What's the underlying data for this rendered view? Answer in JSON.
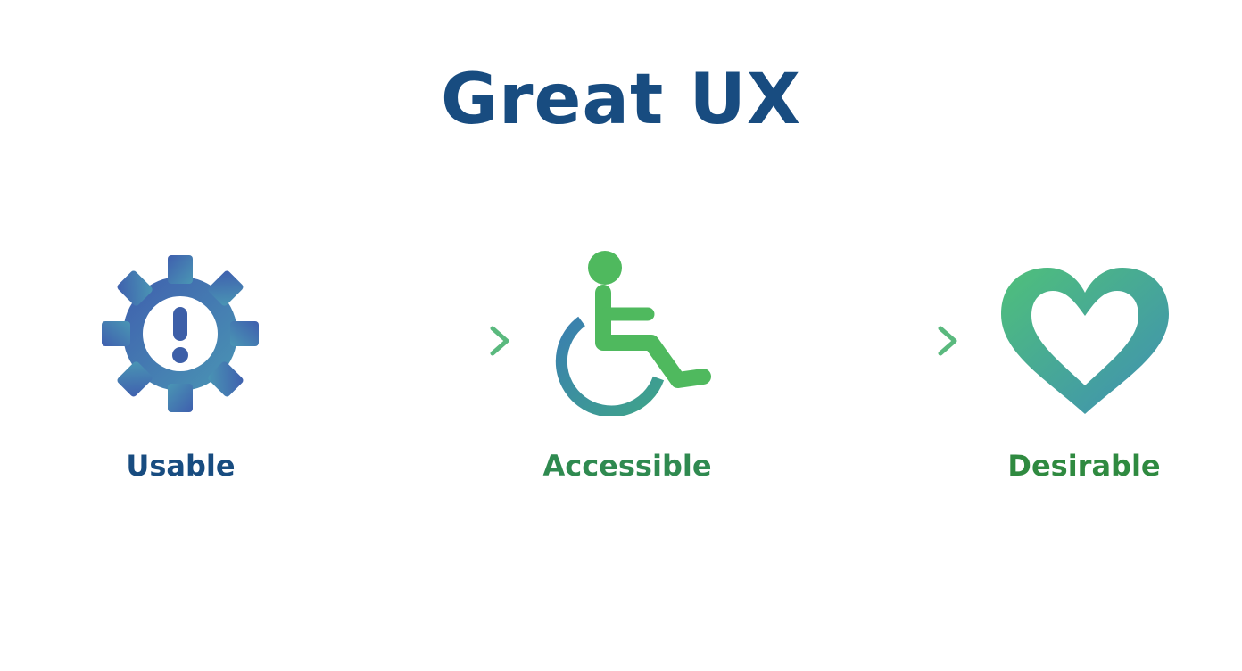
{
  "title": "Great UX",
  "steps": [
    {
      "label": "Usable",
      "icon": "gear-exclamation-icon",
      "color": "#184c80"
    },
    {
      "label": "Accessible",
      "icon": "wheelchair-icon",
      "color": "#2f8a50"
    },
    {
      "label": "Desirable",
      "icon": "heart-icon",
      "color": "#2f8a40"
    }
  ],
  "colors": {
    "title": "#184c80",
    "blue": "#3e63a8",
    "teal": "#3a8fb0",
    "green": "#4fb97a"
  }
}
